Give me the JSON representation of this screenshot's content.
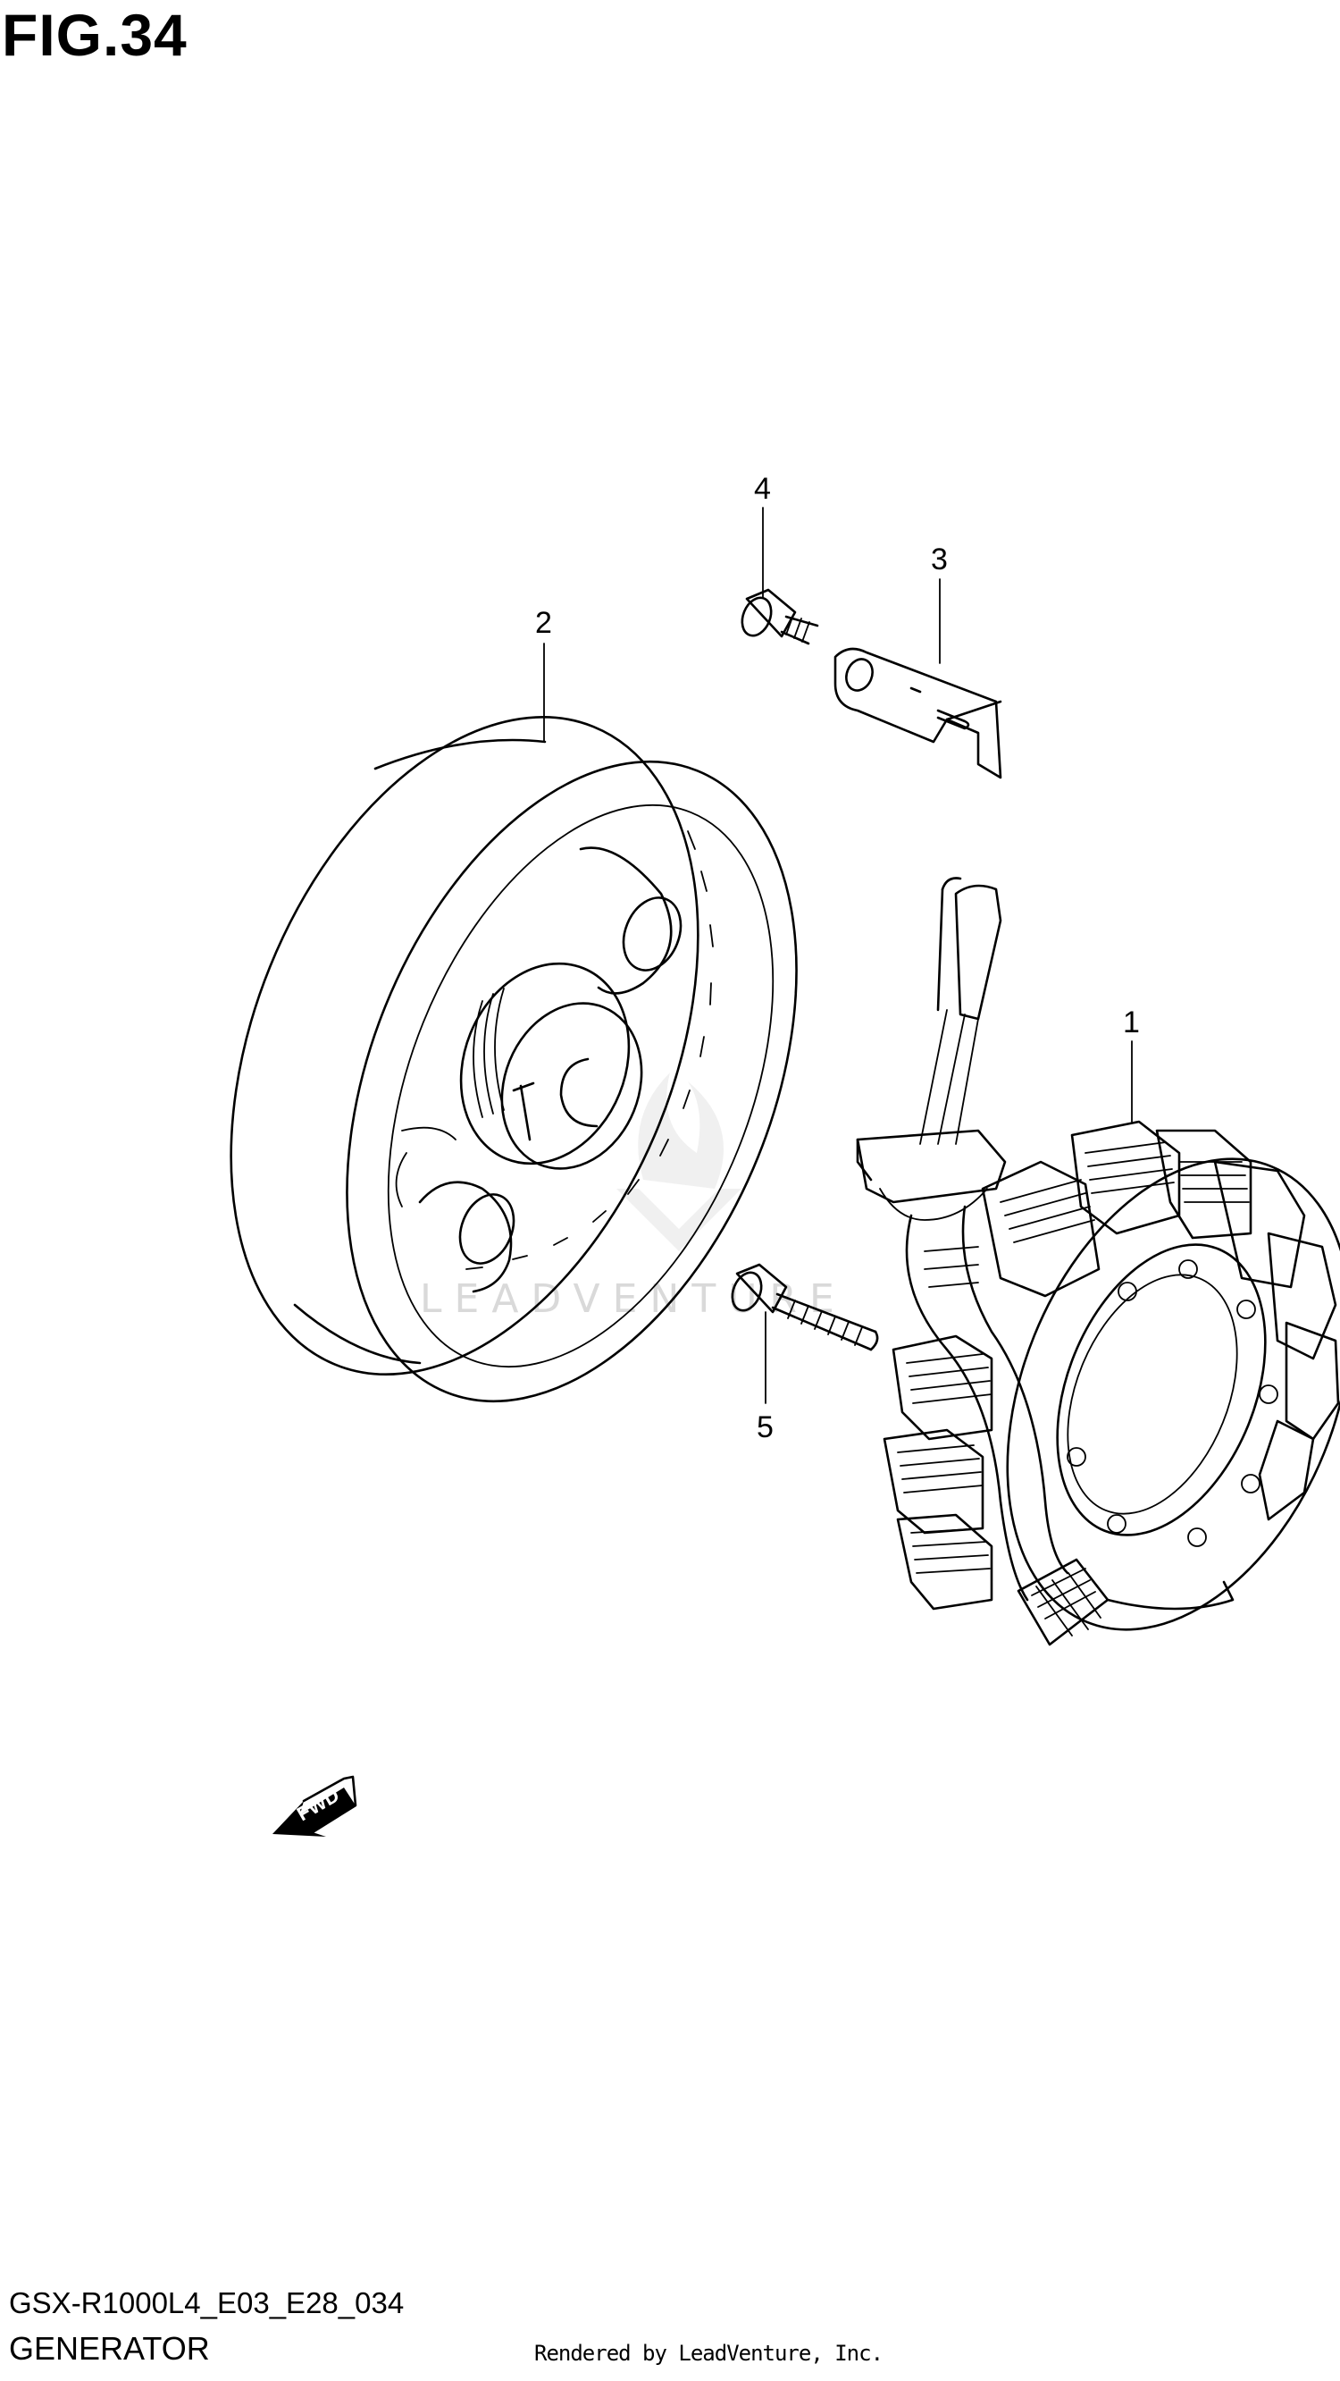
{
  "figure": {
    "title": "FIG.34",
    "model_code": "GSX-R1000L4_E03_E28_034",
    "name": "GENERATOR",
    "rendered_by": "Rendered by LeadVenture, Inc.",
    "watermark": "LEADVENTURE"
  },
  "callouts": [
    "1",
    "2",
    "3",
    "4",
    "5"
  ],
  "direction_arrow": {
    "label": "FWD"
  }
}
